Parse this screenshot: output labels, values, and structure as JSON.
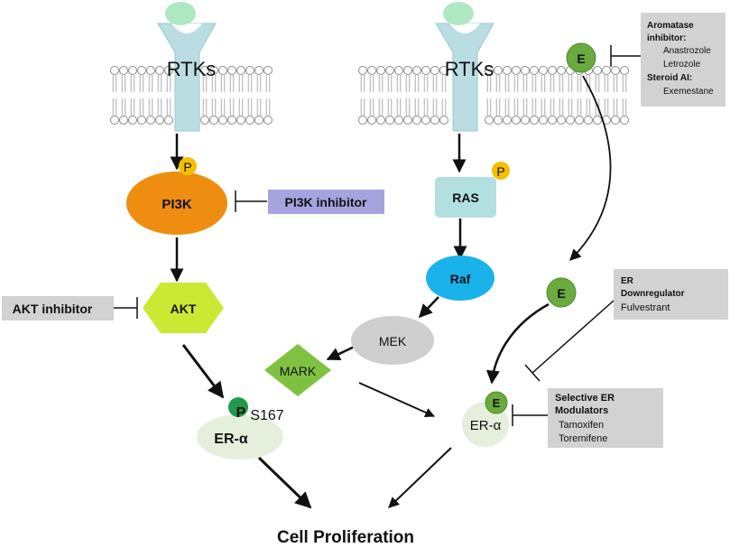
{
  "receptors": {
    "left": "RTKs",
    "right": "RTKs"
  },
  "phospho": {
    "pi3k": "P",
    "ras": "P",
    "er_left": "P",
    "site": "S167"
  },
  "nodes": {
    "pi3k": "PI3K",
    "akt": "AKT",
    "er_alpha_left": "ER-α",
    "ras": "RAS",
    "raf": "Raf",
    "mek": "MEK",
    "mapk": "MARK",
    "er_alpha_right": "ER-α",
    "estrogen": "E",
    "output": "Cell Proliferation"
  },
  "inhibitors": {
    "pi3k": "PI3K inhibitor",
    "akt": "AKT inhibitor",
    "aromatase": {
      "title1": "Aromatase",
      "title2": "inhibitor:",
      "drug1": "Anastrozole",
      "drug2": "Letrozole",
      "title3": "Steroid AI:",
      "drug3": "Exemestane"
    },
    "er_downregulator": {
      "title1": "ER",
      "title2": "Downregulator",
      "drug1": "Fulvestrant"
    },
    "serm": {
      "title1": "Selective ER",
      "title2": "Modulators",
      "drug1": "Tamoxifen",
      "drug2": "Toremifene"
    }
  },
  "colors": {
    "receptor": "#b9dde2",
    "ligand": "#aee8c2",
    "phospho": "#f5bf00",
    "pi3k": "#ef8d10",
    "akt": "#cbe832",
    "ras": "#b2dfe0",
    "raf": "#1ab2ea",
    "mek": "#cfcfcf",
    "mapk": "#7fc241",
    "er_alpha": "#e6efdc",
    "estrogen": "#6aaa3e",
    "pi3k_inhibitor_box": "#a6a4df",
    "gray_box": "#d2d2d2"
  }
}
